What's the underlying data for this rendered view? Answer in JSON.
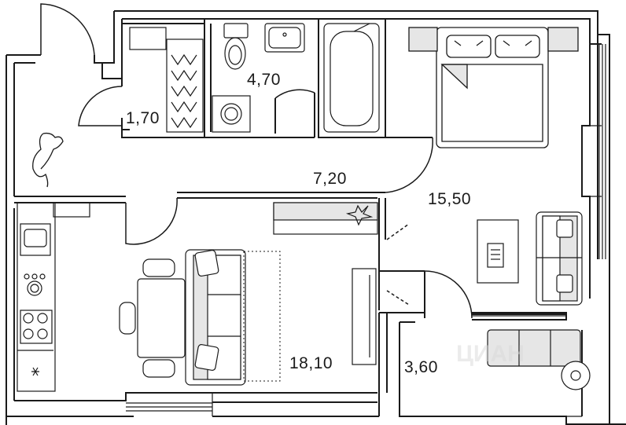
{
  "floor_plan": {
    "watermark": "ЦИАН",
    "rooms": [
      {
        "id": "hall",
        "area": "1,70"
      },
      {
        "id": "bathroom",
        "area": "4,70"
      },
      {
        "id": "corridor",
        "area": "7,20"
      },
      {
        "id": "bedroom",
        "area": "15,50"
      },
      {
        "id": "living_kitchen",
        "area": "18,10"
      },
      {
        "id": "balcony",
        "area": "3,60"
      }
    ],
    "colors": {
      "wall": "#1a1a1a",
      "furniture_fill": "#e6e6e6",
      "background": "#ffffff"
    }
  }
}
